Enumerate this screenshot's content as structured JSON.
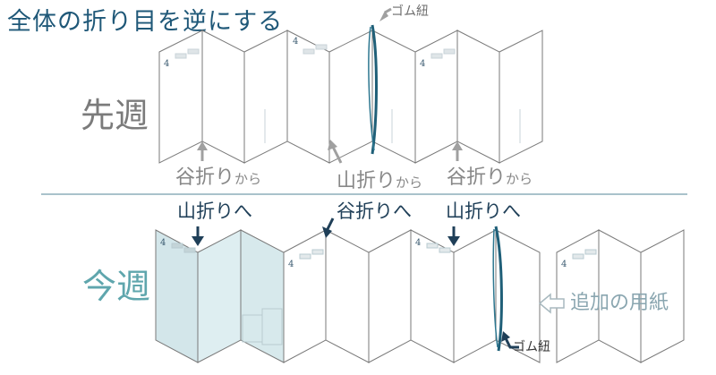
{
  "title": "全体の折り目を逆にする",
  "sections": {
    "last_week": {
      "label": "先週",
      "notes": [
        {
          "main": "谷折り",
          "suffix": "から"
        },
        {
          "main": "山折り",
          "suffix": "から"
        },
        {
          "main": "谷折り",
          "suffix": "から"
        }
      ],
      "rubber_band_label": "ゴム紐"
    },
    "this_week": {
      "label": "今週",
      "notes": [
        {
          "main": "山折り",
          "suffix": "へ"
        },
        {
          "main": "谷折り",
          "suffix": "へ"
        },
        {
          "main": "山折り",
          "suffix": "へ"
        }
      ],
      "rubber_band_label": "ゴム紐",
      "extra_paper_label": "追加の用紙"
    }
  },
  "page_marker": "4",
  "colors": {
    "title": "#1f5878",
    "last_week_label": "#7b7b7b",
    "this_week_label": "#5fa6ad",
    "arrow_gray": "#a0a0a0",
    "arrow_navy": "#1f3f58",
    "rubber_band": "#1f5f78",
    "highlight_panel": "#d9ebee",
    "divider": "#a9c2cb"
  }
}
